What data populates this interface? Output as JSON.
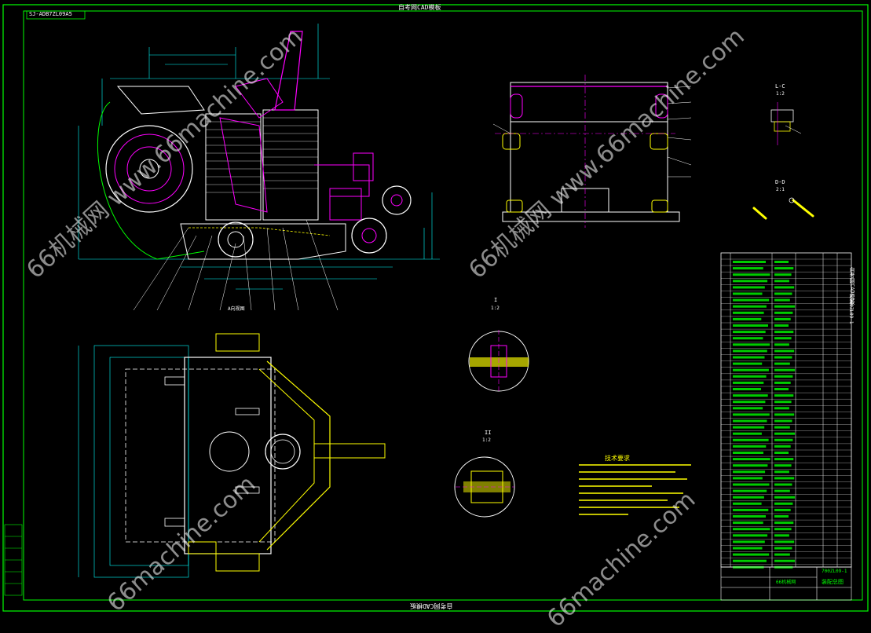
{
  "drawing": {
    "top_title": "自考网CAD模板",
    "bottom_title": "自考网CAD模板",
    "top_left_code": "SJ-ADB7ZL09A5",
    "right_vertical_title": "自考网CAD模板",
    "right_vertical_code": "700ZL09-1"
  },
  "section_labels": {
    "l_c": "L-C",
    "l_c_scale": "1:2",
    "d_d": "D-D",
    "d_d_scale": "2:1",
    "det1": "I",
    "det1_scale": "1:2",
    "det2": "II",
    "det2_scale": "1:2",
    "front_view": "A向视图"
  },
  "tech_req": {
    "title": "技术要求"
  },
  "title_block": {
    "name": "装配总图",
    "code": "700ZL09-1",
    "unit": "66机械网"
  },
  "watermark": {
    "text": "66机械网 www.66machine.com",
    "short": "66machine.com",
    "color": "#ffffff"
  },
  "colors": {
    "frame": "#00ff00",
    "outline": "#ffffff",
    "dim": "#00ffff",
    "part": "#ff00ff",
    "hidden": "#ffff00",
    "red": "#ff3030"
  }
}
